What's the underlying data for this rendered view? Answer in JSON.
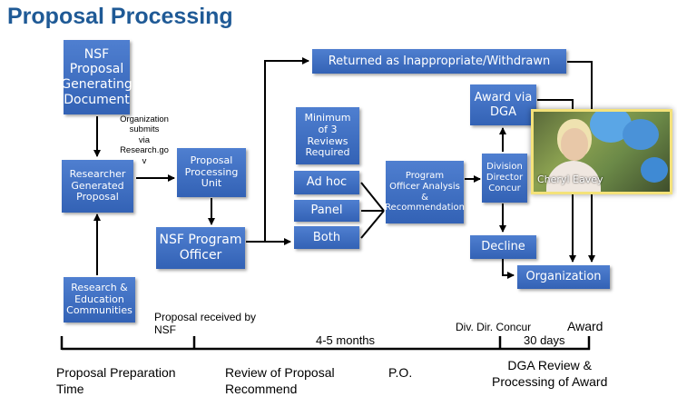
{
  "title": "Proposal Processing",
  "boxes": {
    "nsf_doc": "NSF\nProposal\nGenerating\nDocument",
    "researcher": "Researcher\nGenerated\nProposal",
    "processing_unit": "Proposal\nProcessing\nUnit",
    "program_officer": "NSF Program\nOfficer",
    "research_comm": "Research &\nEducation\nCommunities",
    "returned": "Returned as Inappropriate/Withdrawn",
    "min_reviews": "Minimum\nof 3\nReviews\nRequired",
    "adhoc": "Ad hoc",
    "panel": "Panel",
    "both": "Both",
    "po_analysis": "Program\nOfficer Analysis\n&\nRecommendation",
    "div_director": "Division\nDirector\nConcur",
    "award_dga": "Award via\nDGA",
    "decline": "Decline",
    "organization": "Organization"
  },
  "submit_note": "Organization\nsubmits\nvia\nResearch.go\nv",
  "video": {
    "name": "Cheryl Eavey"
  },
  "timeline": {
    "received": "Proposal received by\nNSF",
    "months": "4-5 months",
    "div_concur": "Div. Dir. Concur",
    "award": "Award",
    "days": "30 days",
    "phase_prep": "Proposal Preparation\nTime",
    "phase_review": "Review of Proposal\nRecommend",
    "phase_po": "P.O.",
    "phase_dga": "DGA Review &\nProcessing of Award"
  },
  "colors": {
    "box": "#3d6cc0",
    "title": "#1f5a96"
  }
}
